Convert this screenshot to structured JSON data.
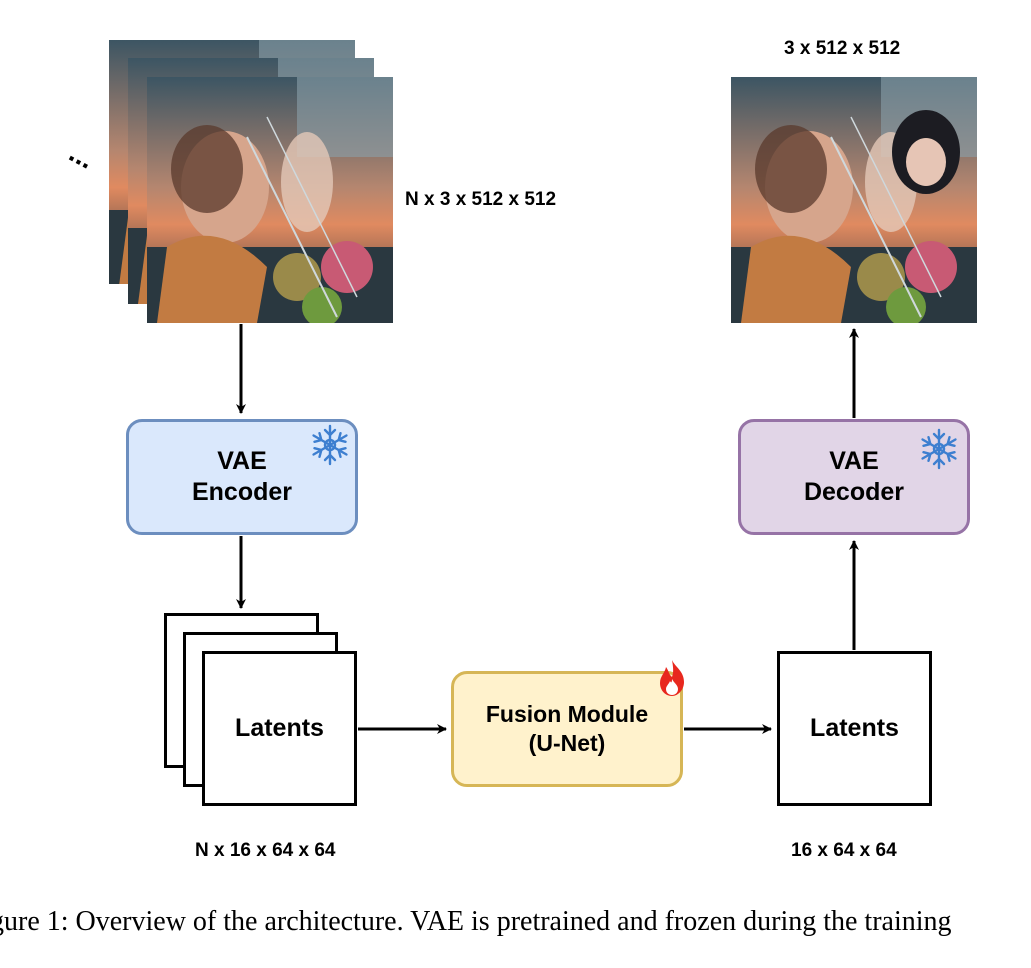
{
  "input": {
    "dims": "N x 3 x 512 x 512",
    "ellipsis": "..."
  },
  "encoder": {
    "line1": "VAE",
    "line2": "Encoder",
    "icon": "snowflake-icon"
  },
  "latents_in": {
    "label": "Latents",
    "dims": "N x 16 x 64 x 64"
  },
  "fusion": {
    "line1": "Fusion Module",
    "line2": "(U-Net)",
    "icon": "fire-icon"
  },
  "latents_out": {
    "label": "Latents",
    "dims": "16 x 64 x 64"
  },
  "decoder": {
    "line1": "VAE",
    "line2": "Decoder",
    "icon": "snowflake-icon"
  },
  "output": {
    "dims": "3 x 512 x 512"
  },
  "caption": "gure 1: Overview of the architecture. VAE is pretrained and frozen during the training",
  "colors": {
    "encoder_fill": "#dae8fc",
    "encoder_border": "#6c8ebf",
    "decoder_fill": "#e1d5e7",
    "decoder_border": "#9673a6",
    "fusion_fill": "#fff2cc",
    "fusion_border": "#d6b656",
    "snowflake": "#3d7fd0",
    "fire": "#e8281e"
  }
}
